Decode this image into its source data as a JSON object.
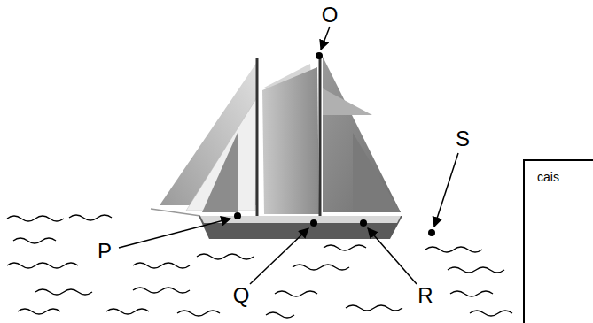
{
  "diagram": {
    "nodes": [
      {
        "text": [
          "cais"
        ]
      }
    ],
    "labels": [
      "O",
      "P",
      "Q",
      "R",
      "S"
    ]
  }
}
